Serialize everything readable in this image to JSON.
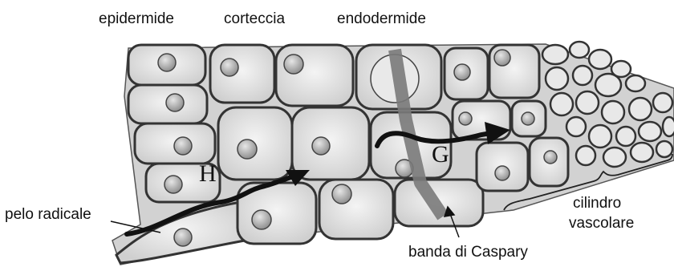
{
  "labels": {
    "epidermis": "epidermide",
    "cortex": "corteccia",
    "endodermis": "endodermide",
    "root_hair": "pelo radicale",
    "casparian_strip": "banda di Caspary",
    "vascular_cylinder_line1": "cilindro",
    "vascular_cylinder_line2": "vascolare"
  },
  "pathway_letters": {
    "apoplast": "H",
    "symplast": "G"
  },
  "colors": {
    "background": "#ffffff",
    "cell_fill": "#e3e3e3",
    "cell_outline": "#3a3a3a",
    "nucleus": "#b9b9b9",
    "casparian_strip": "#7a7a7a",
    "arrow": "#111111",
    "text": "#111111"
  },
  "icons": {
    "water_path_arrows": "arrow-icon"
  }
}
